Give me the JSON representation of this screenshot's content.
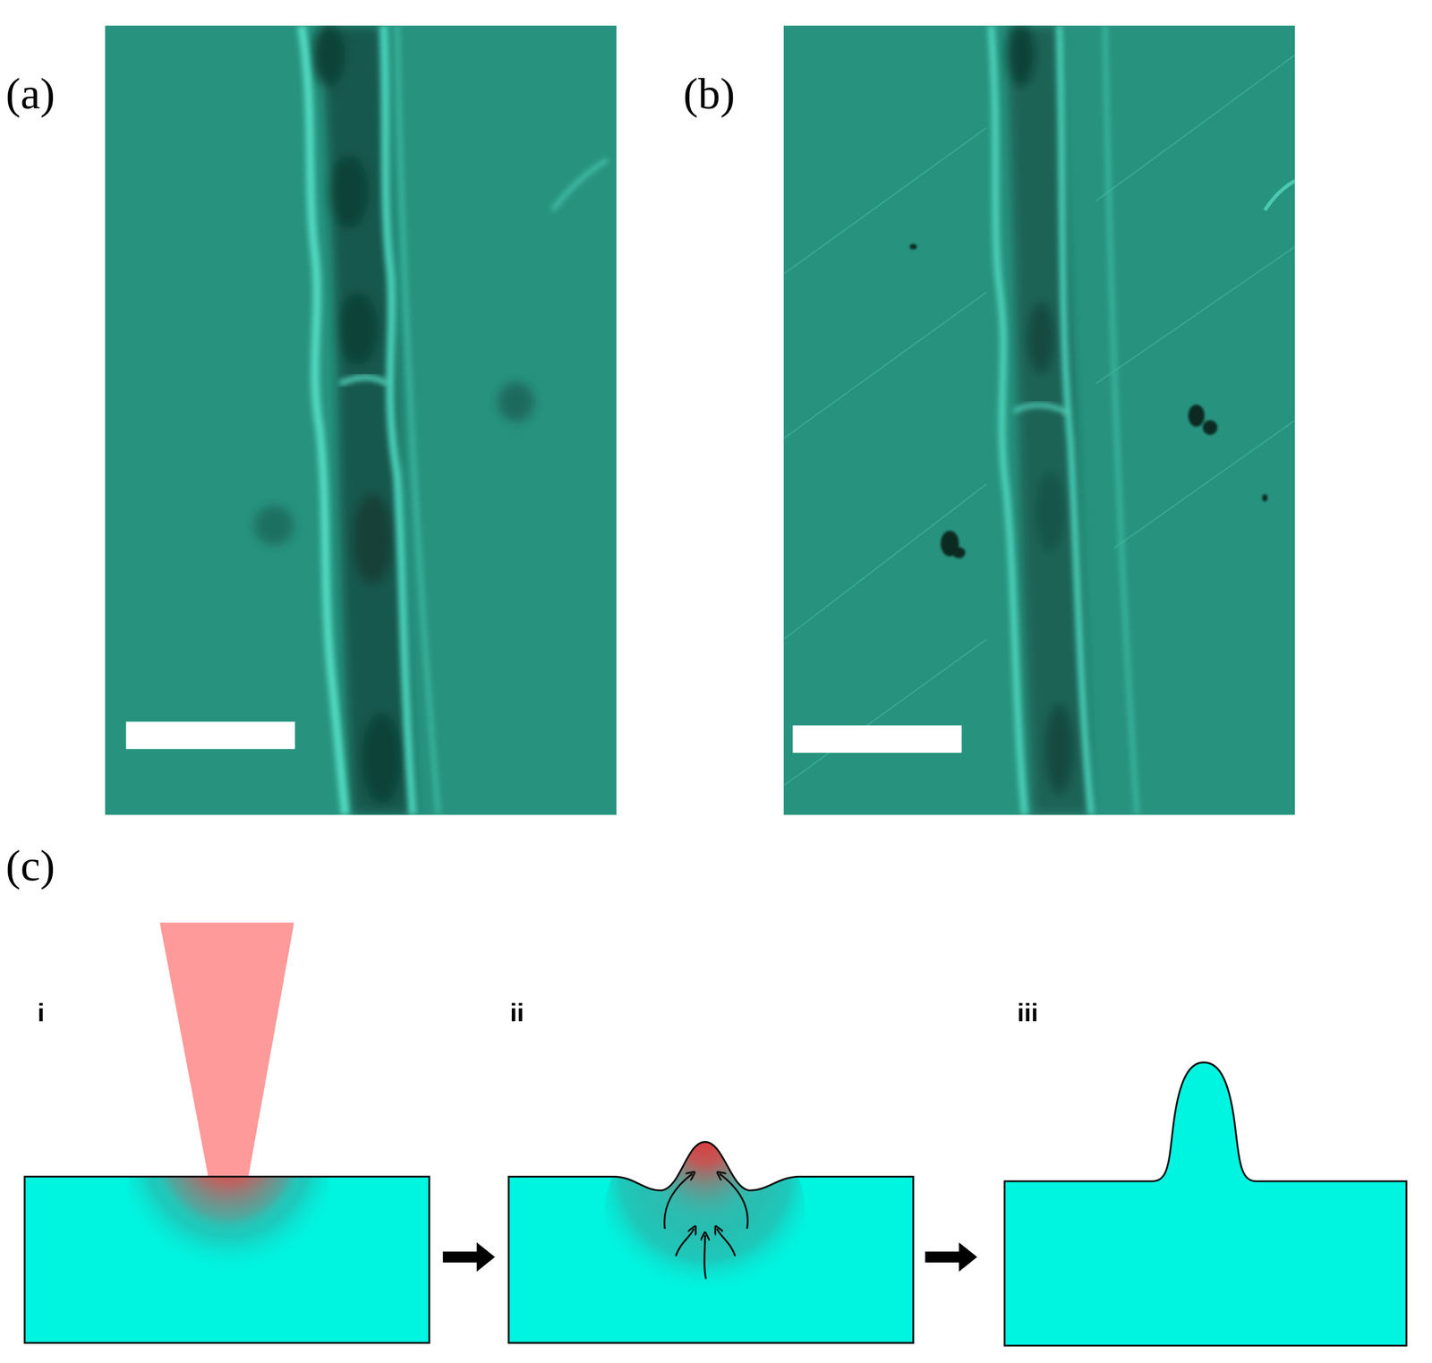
{
  "diagram": {
    "labels": [
      "(a)",
      "(b)",
      "(c)",
      "i",
      "ii",
      "iii"
    ]
  }
}
